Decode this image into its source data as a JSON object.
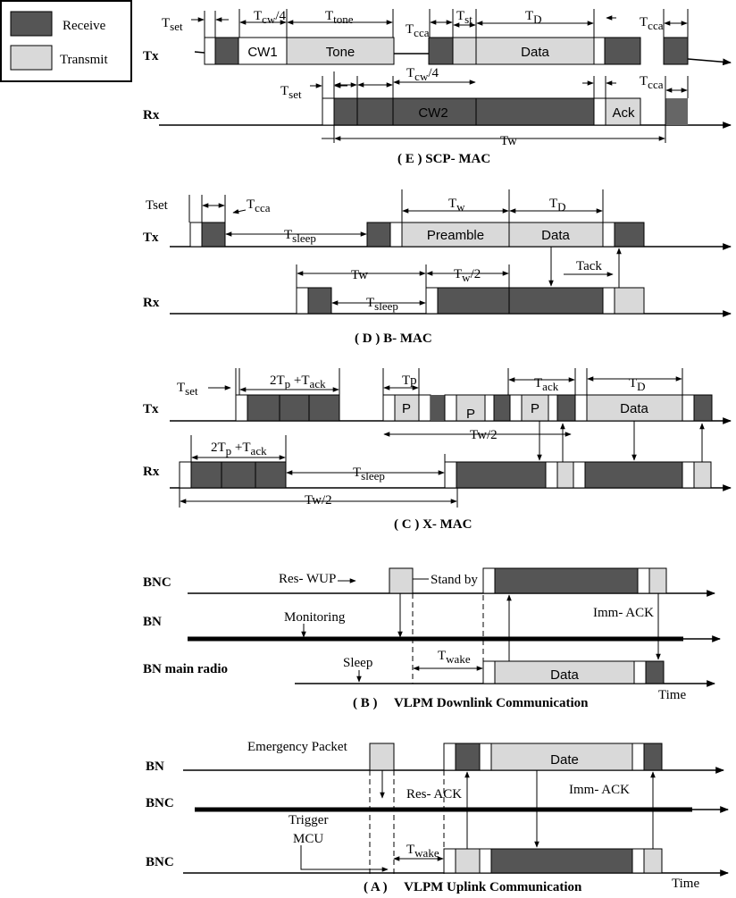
{
  "colors": {
    "receive": "#555555",
    "transmit": "#d9d9d9",
    "white": "#ffffff",
    "line": "#000000"
  },
  "legend": {
    "receive": "Receive",
    "transmit": "Transmit"
  },
  "scp": {
    "row_tx": "Tx",
    "row_rx": "Rx",
    "t_set": "T",
    "t_set_sub": "set",
    "t_cw4": "T",
    "t_cw4_sub": "cw",
    "t_cw4_suffix": "/4",
    "t_tone": "T",
    "t_tone_sub": "tone",
    "t_cca": "T",
    "t_cca_sub": "cca",
    "t_st": "T",
    "t_st_sub": "st",
    "t_d": "T",
    "t_d_sub": "D",
    "box_cw1": "CW1",
    "box_tone": "Tone",
    "box_data": "Data",
    "rx_t_set": "T",
    "rx_t_set_sub": "set",
    "rx_t_cw4": "T",
    "rx_t_cw4_sub": "cw",
    "rx_t_cw4_suffix": "/4",
    "rx_t_cca": "T",
    "rx_t_cca_sub": "cca",
    "box_cw2": "CW2",
    "box_ack": "Ack",
    "tw": "Tw",
    "caption": "( E ) SCP- MAC"
  },
  "bmac": {
    "row_tx": "Tx",
    "row_rx": "Rx",
    "tset": "Tset",
    "t_cca": "T",
    "t_cca_sub": "cca",
    "t_sleep": "T",
    "t_sleep_sub": "sleep",
    "t_w": "T",
    "t_w_sub": "w",
    "t_d": "T",
    "t_d_sub": "D",
    "box_preamble": "Preamble",
    "box_data": "Data",
    "tack": "Tack",
    "rx_tw": "Tw",
    "rx_tw2": "T",
    "rx_tw2_sub": "w",
    "rx_tw2_suffix": "/2",
    "rx_tsleep": "T",
    "rx_tsleep_sub": "sleep",
    "caption": "( D ) B- MAC"
  },
  "xmac": {
    "row_tx": "Tx",
    "row_rx": "Rx",
    "t_set": "T",
    "t_set_sub": "set",
    "tp_tack_a": "2T",
    "tp_tack_a_sub": "p",
    "tp_tack_b": " +T",
    "tp_tack_b_sub": "ack",
    "tp": "Tp",
    "t_ack": "T",
    "t_ack_sub": "ack",
    "t_d": "T",
    "t_d_sub": "D",
    "box_p": "P",
    "box_data": "Data",
    "tw2": "Tw/2",
    "rx_tp_tack_a": "2T",
    "rx_tp_tack_a_sub": "p",
    "rx_tp_tack_b": " +T",
    "rx_tp_tack_b_sub": "ack",
    "rx_tsleep": "T",
    "rx_tsleep_sub": "sleep",
    "rx_tw2": "Tw/2",
    "caption": "( C ) X- MAC"
  },
  "vlpm_down": {
    "row_bnc": "BNC",
    "row_bn": "BN",
    "row_main": "BN main radio",
    "res_wup": "Res- WUP",
    "standby": "Stand by",
    "monitoring": "Monitoring",
    "imm_ack": "Imm- ACK",
    "sleep": "Sleep",
    "t_wake": "T",
    "t_wake_sub": "wake",
    "box_data": "Data",
    "time": "Time",
    "caption": "( B )     VLPM Downlink Communication"
  },
  "vlpm_up": {
    "row_bn": "BN",
    "row_bnc1": "BNC",
    "row_bnc2": "BNC",
    "emergency": "Emergency Packet",
    "box_date": "Date",
    "res_ack": "Res- ACK",
    "imm_ack": "Imm- ACK",
    "trigger": "Trigger",
    "mcu": "MCU",
    "t_wake": "T",
    "t_wake_sub": "wake",
    "time": "Time",
    "caption": "( A )     VLPM Uplink Communication"
  }
}
